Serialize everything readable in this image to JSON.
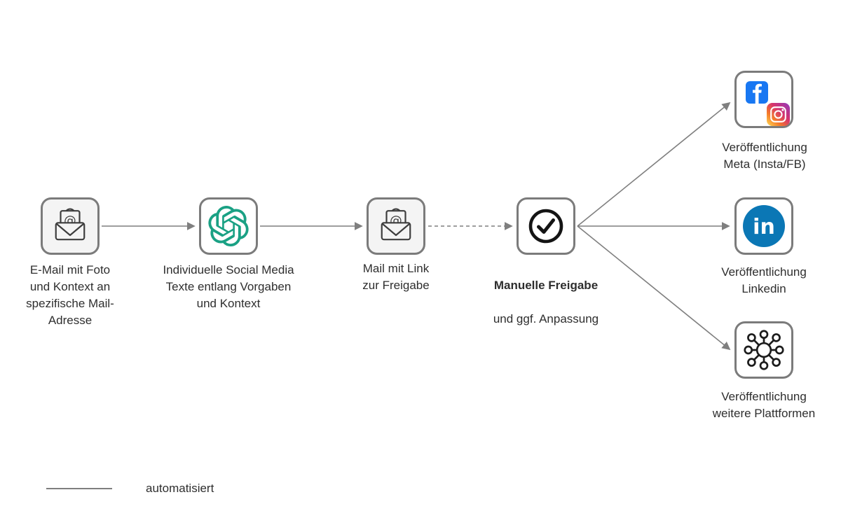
{
  "nodes": {
    "email_input": {
      "label": "E-Mail mit Foto\nund Kontext an\nspezifische Mail-\nAdresse",
      "icon": "email-envelope-at-icon"
    },
    "chatgpt": {
      "label": "Individuelle Social Media\nTexte entlang Vorgaben\nund Kontext",
      "icon": "chatgpt-logo-icon"
    },
    "mail_link": {
      "label": "Mail mit Link\nzur Freigabe",
      "icon": "email-envelope-at-icon"
    },
    "approval": {
      "label_bold": "Manuelle Freigabe",
      "label_rest": "und ggf. Anpassung",
      "icon": "check-circle-icon"
    },
    "meta": {
      "label": "Veröffentlichung\nMeta (Insta/FB)",
      "icon": "facebook-instagram-icons"
    },
    "linkedin": {
      "label": "Veröffentlichung\nLinkedin",
      "icon": "linkedin-icon"
    },
    "other_platforms": {
      "label": "Veröffentlichung\nweitere Plattformen",
      "icon": "network-hub-icon"
    }
  },
  "legend": {
    "label": "automatisiert"
  },
  "glyphs": {
    "at": "@",
    "linkedin_in": "in"
  },
  "colors": {
    "connector_gray": "#7f7f7f",
    "box_border_gray": "#7b7b7b",
    "box_fill_gray": "#f4f4f4",
    "chatgpt_green": "#1AA184",
    "facebook_blue": "#1877F2",
    "linkedin_blue": "#0B77B5",
    "check_black": "#141414",
    "text": "#2e2e2e"
  }
}
